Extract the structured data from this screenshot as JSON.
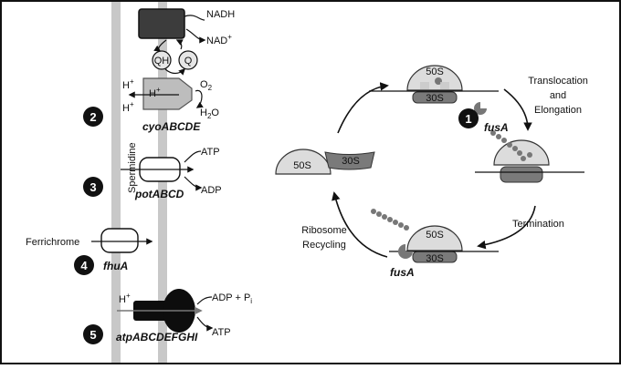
{
  "left": {
    "complex1": {
      "num": "2",
      "gene": "cyoABCDE",
      "nadh": "NADH",
      "nad": "NAD",
      "nad_sup": "+",
      "qh": "QH",
      "q": "Q",
      "h1": "H",
      "h1_sup": "+",
      "h2": "H",
      "h2_sup": "+",
      "h3": "H",
      "h3_sup": "+",
      "o2": "O",
      "o2_sub": "2",
      "h2o_a": "H",
      "h2o_sub": "2",
      "h2o_b": "O"
    },
    "complex2": {
      "num": "3",
      "gene": "potABCD",
      "atp": "ATP",
      "adp": "ADP",
      "substrate": "Spermidine"
    },
    "complex3": {
      "num": "4",
      "gene": "fhuA",
      "substrate": "Ferrichrome"
    },
    "complex4": {
      "num": "5",
      "gene": "atpABCDEFGHI",
      "h": "H",
      "h_sup": "+",
      "adp_pi": "ADP + P",
      "pi_sub": "i",
      "atp": "ATP"
    }
  },
  "right": {
    "num": "1",
    "gene_top": "fusA",
    "gene_bottom": "fusA",
    "subunit_large": "50S",
    "subunit_small": "30S",
    "translocation": [
      "Translocation",
      "and",
      "Elongation"
    ],
    "termination": "Termination",
    "recycling": [
      "Ribosome",
      "Recycling"
    ]
  },
  "colors": {
    "membrane": "#c8c8c8",
    "ribosome_large": "#dcdcdc",
    "ribosome_small": "#7a7a7a",
    "peptide": "#777777",
    "cytochrome": "#3c3c3c",
    "atp_synthase": "#0d0d0d",
    "badge": "#111111"
  }
}
